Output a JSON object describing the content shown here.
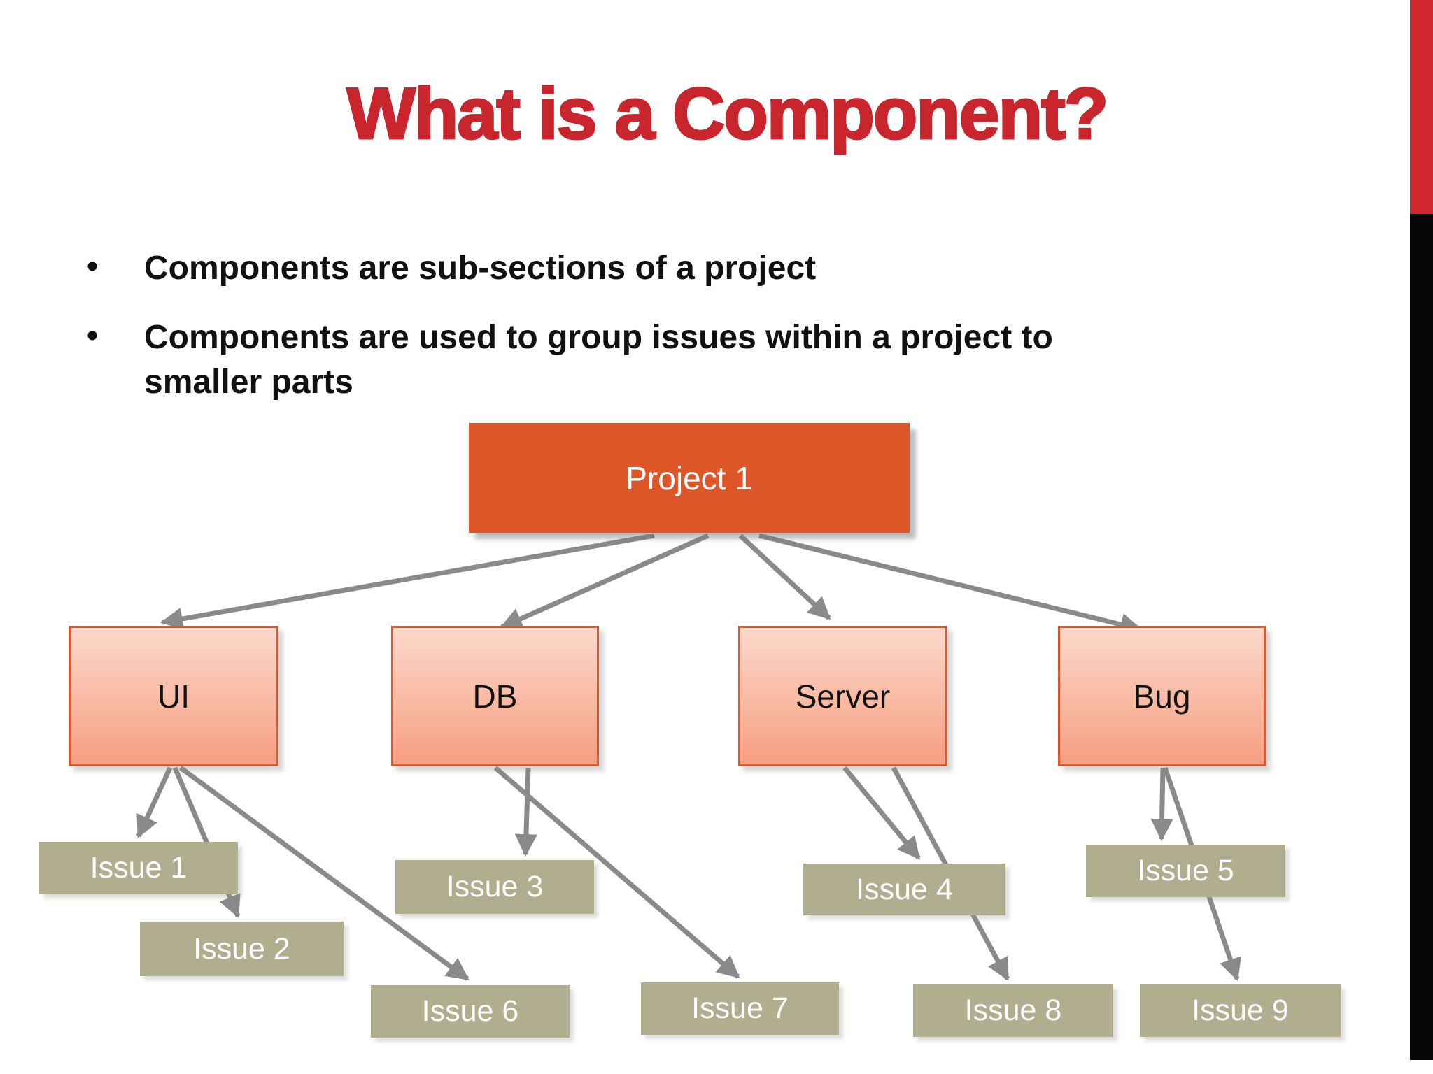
{
  "slide": {
    "title": "What is a Component?",
    "bullets": [
      "Components are sub-sections of a project",
      "Components are used to group issues within a project to\nsmaller parts"
    ]
  },
  "diagram": {
    "project": {
      "label": "Project 1"
    },
    "components": [
      {
        "id": "ui",
        "label": "UI"
      },
      {
        "id": "db",
        "label": "DB"
      },
      {
        "id": "server",
        "label": "Server"
      },
      {
        "id": "bug",
        "label": "Bug"
      }
    ],
    "issues": [
      {
        "id": "issue1",
        "label": "Issue 1"
      },
      {
        "id": "issue2",
        "label": "Issue 2"
      },
      {
        "id": "issue3",
        "label": "Issue 3"
      },
      {
        "id": "issue4",
        "label": "Issue 4"
      },
      {
        "id": "issue5",
        "label": "Issue 5"
      },
      {
        "id": "issue6",
        "label": "Issue 6"
      },
      {
        "id": "issue7",
        "label": "Issue 7"
      },
      {
        "id": "issue8",
        "label": "Issue 8"
      },
      {
        "id": "issue9",
        "label": "Issue 9"
      }
    ],
    "connections": [
      {
        "from": "project",
        "to": "ui"
      },
      {
        "from": "project",
        "to": "db"
      },
      {
        "from": "project",
        "to": "server"
      },
      {
        "from": "project",
        "to": "bug"
      },
      {
        "from": "ui",
        "to": "issue1"
      },
      {
        "from": "ui",
        "to": "issue2"
      },
      {
        "from": "ui",
        "to": "issue6"
      },
      {
        "from": "db",
        "to": "issue3"
      },
      {
        "from": "db",
        "to": "issue7"
      },
      {
        "from": "server",
        "to": "issue4"
      },
      {
        "from": "server",
        "to": "issue8"
      },
      {
        "from": "bug",
        "to": "issue5"
      },
      {
        "from": "bug",
        "to": "issue9"
      }
    ]
  },
  "colors": {
    "title_red": "#C9252D",
    "accent_bar_red": "#D22630",
    "accent_bar_black": "#050505",
    "project_orange": "#DE5527",
    "component_fill_top": "#FCD9CB",
    "component_fill_bottom": "#F69E81",
    "component_border": "#E1562A",
    "issue_olive": "#B0AE8F",
    "arrow_gray": "#8A8A8A",
    "text_black": "#111111",
    "text_white": "#FFFFFF"
  }
}
